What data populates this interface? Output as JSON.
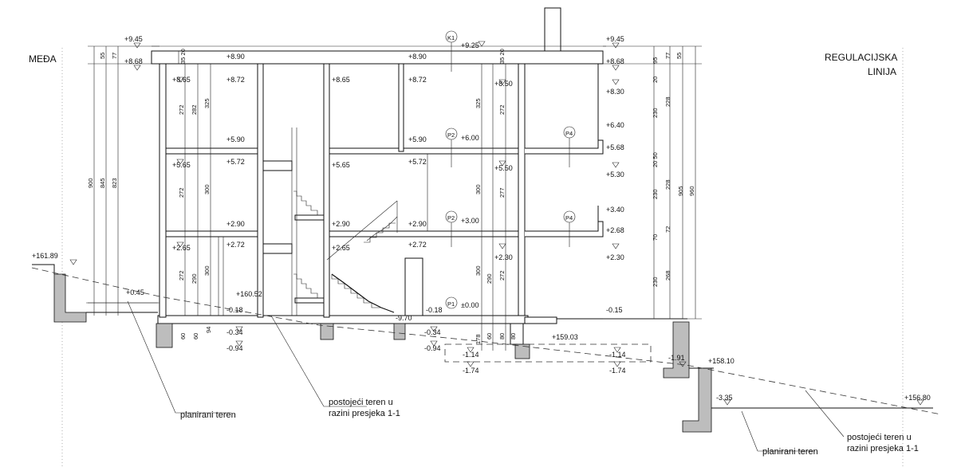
{
  "labels": {
    "meda": "MEĐA",
    "regulacijska": "REGULACIJSKA",
    "linija": "LINIJA",
    "planirani_left": "planirani teren",
    "planirani_right": "planirani teren",
    "postojeci_left_1": "postojeći teren u",
    "postojeci_left_2": "razini presjeka 1-1",
    "postojeci_right_1": "postojeći teren u",
    "postojeci_right_2": "razini presjeka 1-1"
  },
  "tags": {
    "k1": "K1",
    "p2a": "P2",
    "p2b": "P2",
    "p1": "P1",
    "p4a": "P4",
    "p4b": "P4"
  },
  "levels": {
    "top_left": "+9.45",
    "top_mid": "+9.25",
    "top_right": "+9.45",
    "l868_left": "+8.68",
    "l868_right": "+8.68",
    "l890a": "+8.90",
    "l890b": "+8.90",
    "l865a": "+8.65",
    "l872a": "+8.72",
    "l865b": "+8.65",
    "l872b": "+8.72",
    "l850": "+8.50",
    "l830": "+8.30",
    "l590a": "+5.90",
    "l590b": "+5.90",
    "l600": "+6.00",
    "l640": "+6.40",
    "l565a": "+5.65",
    "l572a": "+5.72",
    "l565b": "+5.65",
    "l572b": "+5.72",
    "l550": "+5.50",
    "l568": "+5.68",
    "l530": "+5.30",
    "l290a": "+2.90",
    "l290b": "+2.90",
    "l290c": "+2.90",
    "l300": "+3.00",
    "l340": "+3.40",
    "l265a": "+2.65",
    "l272a": "+2.72",
    "l265b": "+2.65",
    "l272b": "+2.72",
    "l230a": "+2.30",
    "l268": "+2.68",
    "l230b": "+2.30",
    "l16189": "+161.89",
    "l045": "+0.45",
    "l16052": "+160.52",
    "l018a": "-0.18",
    "l018b": "-0.18",
    "l000": "±0.00",
    "l970": "-9.70",
    "l015": "-0.15",
    "l034a": "-0.34",
    "l034b": "-0.34",
    "l094a": "-0.94",
    "l094b": "-0.94",
    "l15903": "+159.03",
    "l114a": "-1.14",
    "l114b": "-1.14",
    "l174a": "-1.74",
    "l174b": "-1.74",
    "l191": "-1.91",
    "l15810": "+158.10",
    "l335": "-3.35",
    "l15680": "+156.80"
  },
  "dims": {
    "d900": "900",
    "d845": "845",
    "d823": "823",
    "d55l": "55",
    "d77l": "77",
    "d3520a": "35 20",
    "d272a": "272",
    "d282": "282",
    "d325a": "325",
    "d272b": "272",
    "d300a": "300",
    "d272c": "272",
    "d290a": "290",
    "d300b": "300",
    "d60a": "60",
    "d60b": "60",
    "d94": "94",
    "d325b": "325",
    "d272d": "272",
    "d300c": "300",
    "d277a": "277",
    "d300d": "300",
    "d290b": "290",
    "d272e": "272",
    "d178": "178",
    "d60c": "60",
    "d80a": "80",
    "d80b": "80",
    "d3520b": "35 20",
    "d95": "95",
    "d55r": "55",
    "d77r": "77",
    "d20a": "20",
    "d228a": "228",
    "d230a": "230",
    "d2050": "20 50",
    "d228b": "228",
    "d905": "905",
    "d960": "960",
    "d230b": "230",
    "d70": "70",
    "d72": "72",
    "d268": "268",
    "d230c": "230"
  },
  "colors": {
    "line": "#111111",
    "hatch": "#bdbdbd",
    "background": "#ffffff"
  }
}
